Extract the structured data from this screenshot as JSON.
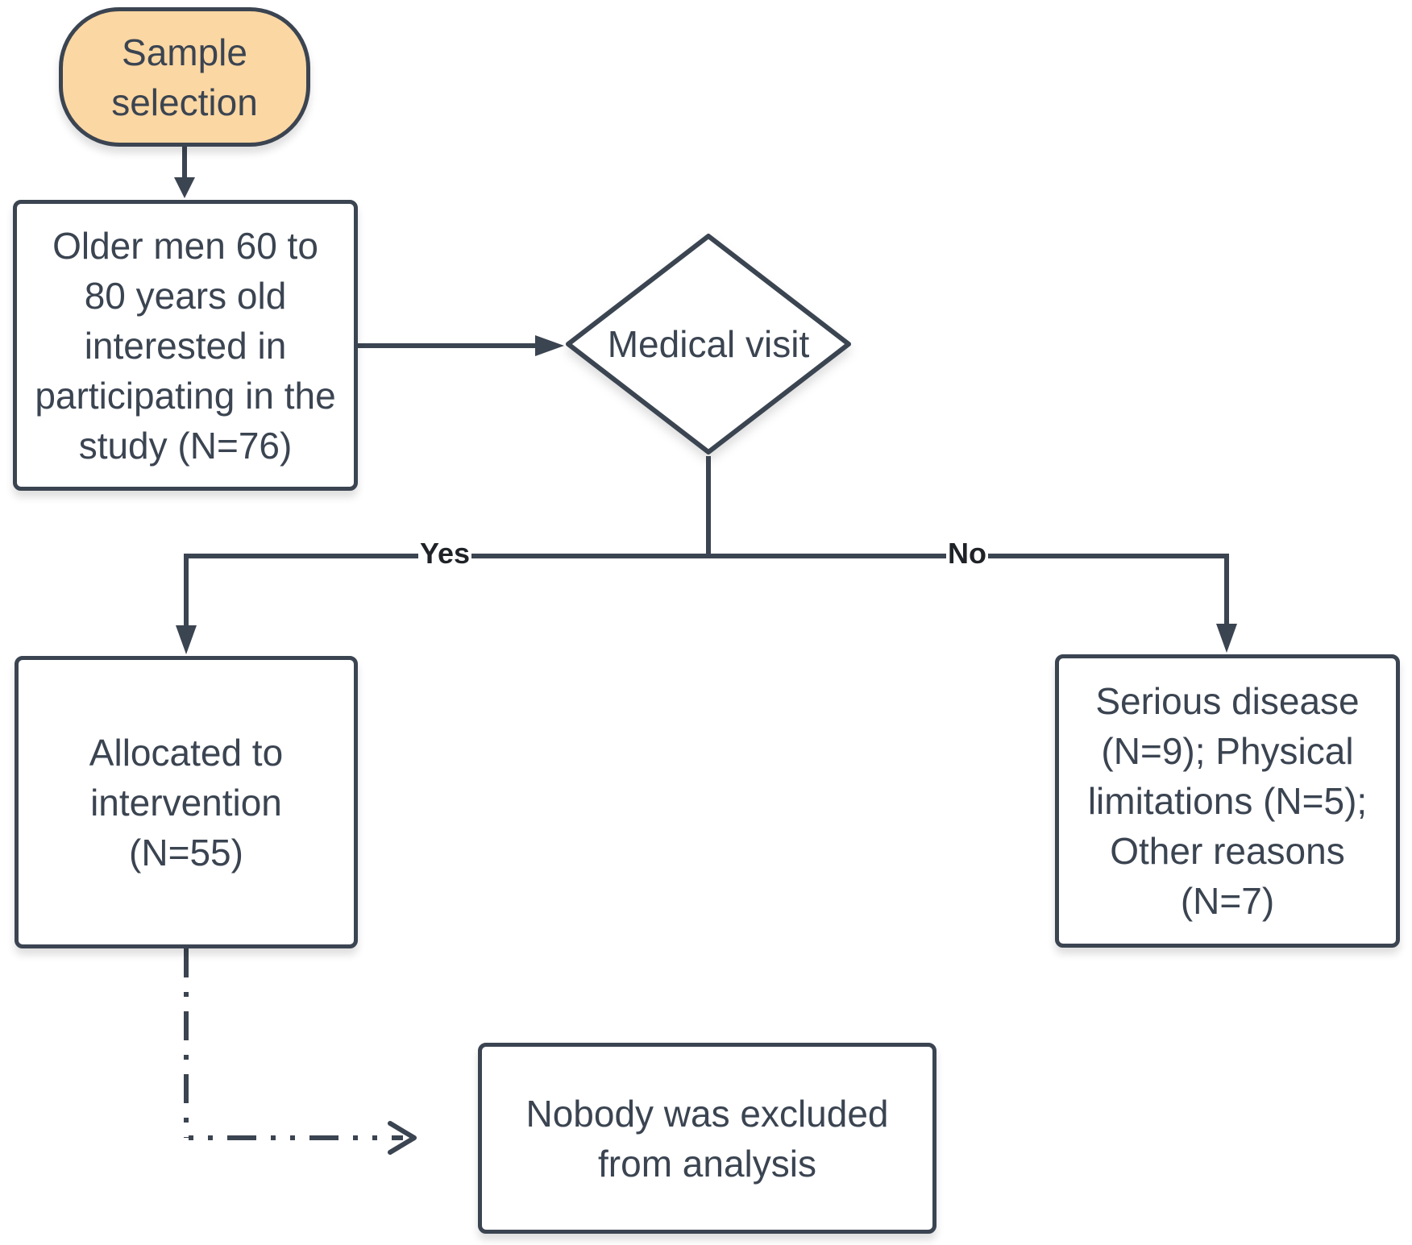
{
  "flowchart": {
    "start": {
      "label": "Sample selection"
    },
    "recruited": {
      "label": "Older men 60 to 80 years old interested in participating in the study (N=76)"
    },
    "decision": {
      "label": "Medical visit"
    },
    "yes_branch": {
      "edge_label": "Yes",
      "label": "Allocated to intervention (N=55)"
    },
    "no_branch": {
      "edge_label": "No",
      "label": "Serious disease (N=9); Physical limitations (N=5); Other reasons (N=7)"
    },
    "analysis": {
      "label": "Nobody was excluded from analysis"
    }
  },
  "colors": {
    "stroke": "#3b4451",
    "start_fill": "#fbd7a3",
    "box_fill": "#ffffff",
    "text": "#3b4451"
  }
}
